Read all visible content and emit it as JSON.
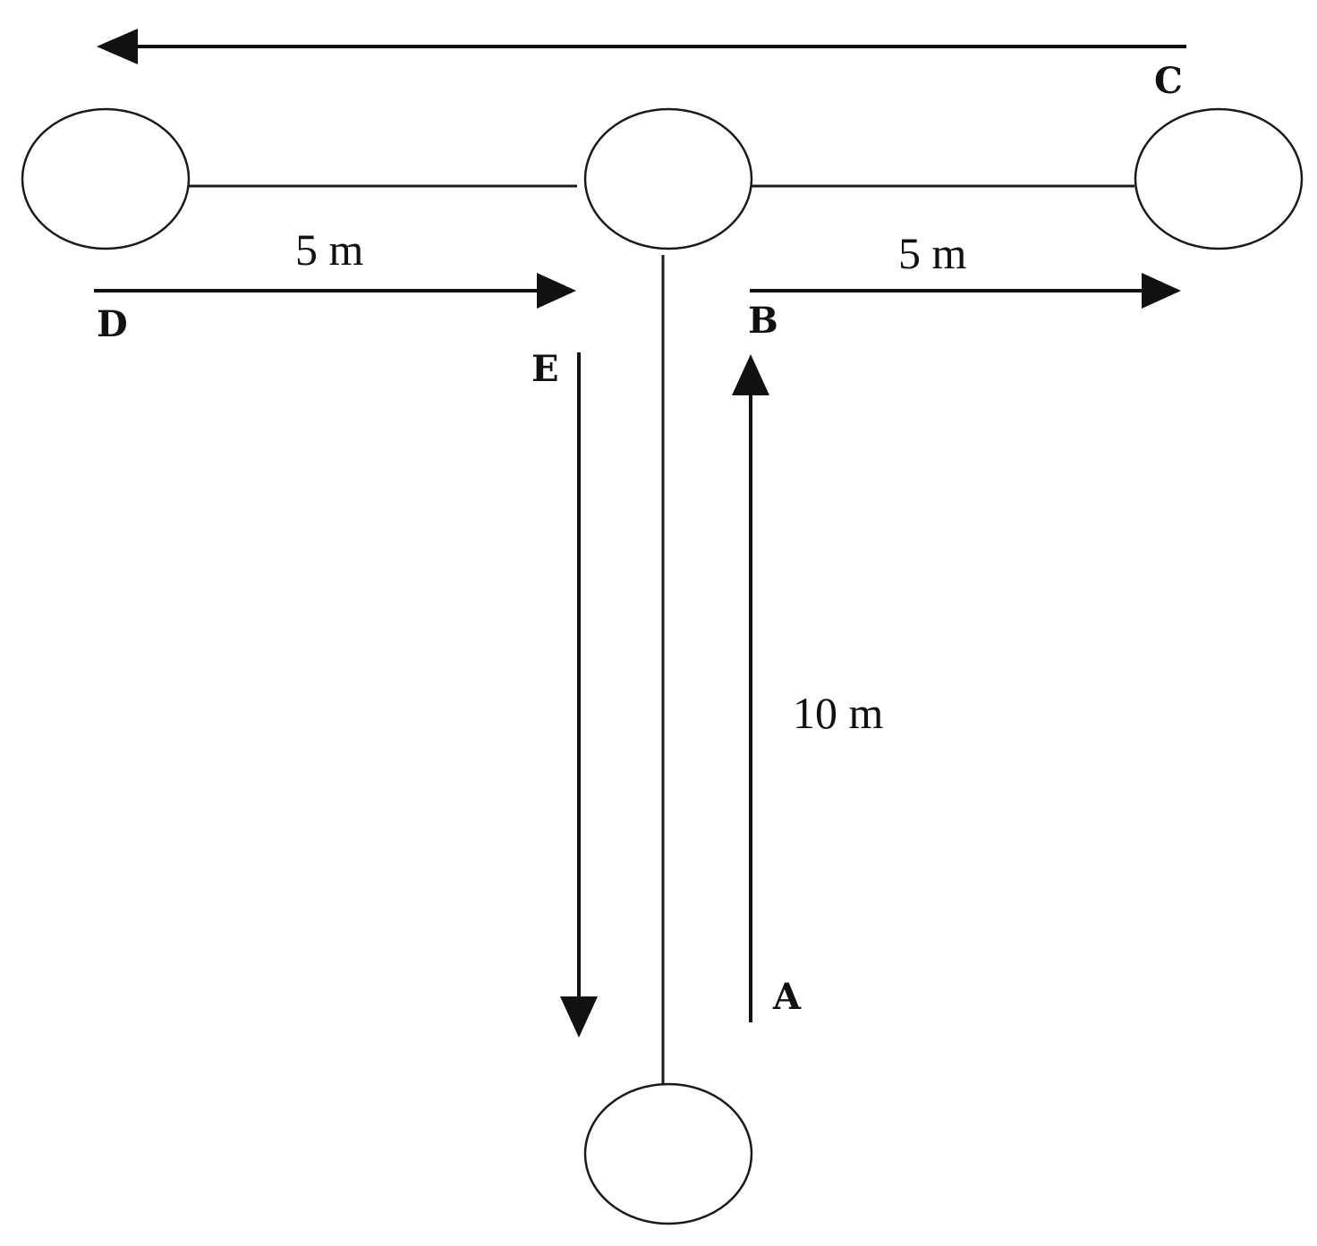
{
  "diagram": {
    "points": {
      "a": "A",
      "b": "B",
      "c": "C",
      "d": "D",
      "e": "E"
    },
    "distances": {
      "vertical": "10 m",
      "left": "5 m",
      "right": "5 m"
    },
    "cones": [
      "cone-left",
      "cone-center",
      "cone-right",
      "cone-bottom"
    ],
    "colors": {
      "stroke": "#1a1a1a",
      "background": "#ffffff"
    }
  }
}
